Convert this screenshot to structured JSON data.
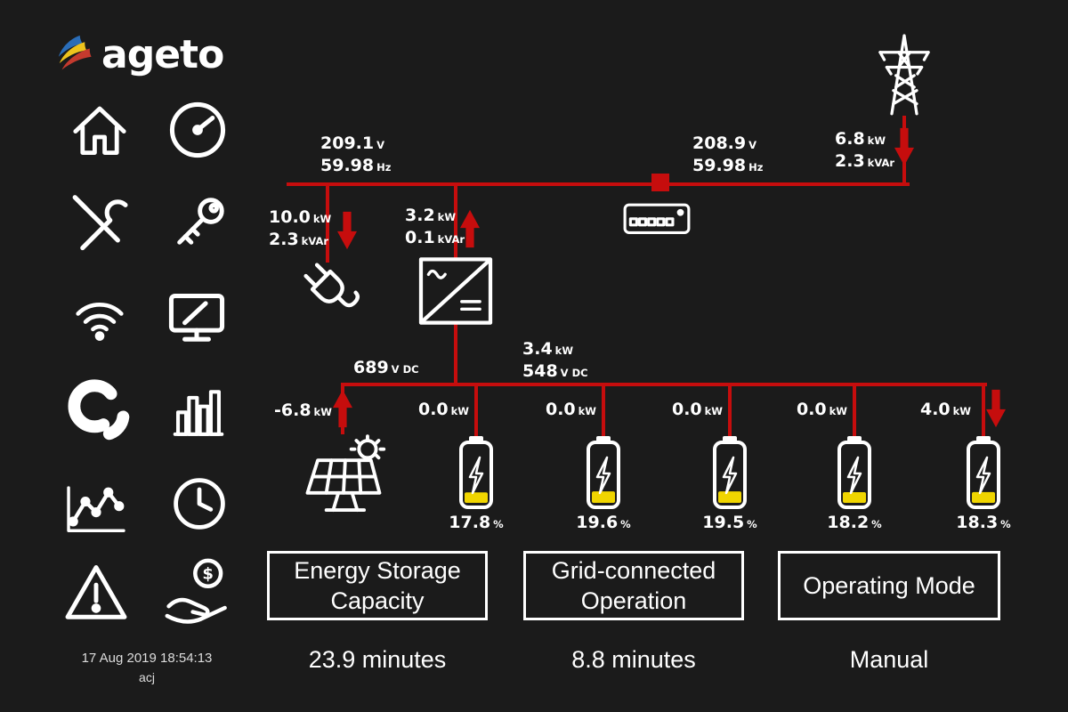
{
  "brand": {
    "name": "ageto"
  },
  "colors": {
    "line_red": "#c60d0d",
    "battery_fill": "#f0d500",
    "background": "#1b1b1b"
  },
  "sidebar": {
    "icons": [
      "home",
      "dashboard-gauge",
      "tools",
      "key",
      "wifi",
      "monitor",
      "pie-chart",
      "bar-chart",
      "line-graph",
      "clock",
      "alerts",
      "billing"
    ]
  },
  "footer": {
    "timestamp": "17 Aug 2019 18:54:13",
    "user": "acj"
  },
  "diagram": {
    "ac_left": {
      "voltage": "209.1",
      "voltage_unit": "V",
      "frequency": "59.98",
      "frequency_unit": "Hz"
    },
    "ac_right": {
      "voltage": "208.9",
      "voltage_unit": "V",
      "frequency": "59.98",
      "frequency_unit": "Hz"
    },
    "grid_flow": {
      "power": "6.8",
      "power_unit": "kW",
      "reactive": "2.3",
      "reactive_unit": "kVAr",
      "direction": "down"
    },
    "load_flow": {
      "power": "10.0",
      "power_unit": "kW",
      "reactive": "2.3",
      "reactive_unit": "kVAr",
      "direction": "down"
    },
    "inverter_flow": {
      "power": "3.2",
      "power_unit": "kW",
      "reactive": "0.1",
      "reactive_unit": "kVAr",
      "direction": "up"
    },
    "dc_link": {
      "voltage": "689",
      "unit": "V DC"
    },
    "dc_bus": {
      "power": "3.4",
      "power_unit": "kW",
      "voltage": "548",
      "voltage_unit": "V DC"
    },
    "solar_flow": {
      "power": "-6.8",
      "power_unit": "kW",
      "direction": "up"
    },
    "batteries": [
      {
        "power": "0.0",
        "power_unit": "kW",
        "soc": "17.8",
        "soc_unit": "%"
      },
      {
        "power": "0.0",
        "power_unit": "kW",
        "soc": "19.6",
        "soc_unit": "%"
      },
      {
        "power": "0.0",
        "power_unit": "kW",
        "soc": "19.5",
        "soc_unit": "%"
      },
      {
        "power": "0.0",
        "power_unit": "kW",
        "soc": "18.2",
        "soc_unit": "%"
      },
      {
        "power": "4.0",
        "power_unit": "kW",
        "soc": "18.3",
        "soc_unit": "%",
        "direction": "down"
      }
    ]
  },
  "status": {
    "boxes": [
      {
        "label_line1": "Energy Storage",
        "label_line2": "Capacity",
        "value": "23.9 minutes"
      },
      {
        "label_line1": "Grid-connected",
        "label_line2": "Operation",
        "value": "8.8 minutes"
      },
      {
        "label_line1": "Operating Mode",
        "label_line2": "",
        "value": "Manual"
      }
    ]
  }
}
